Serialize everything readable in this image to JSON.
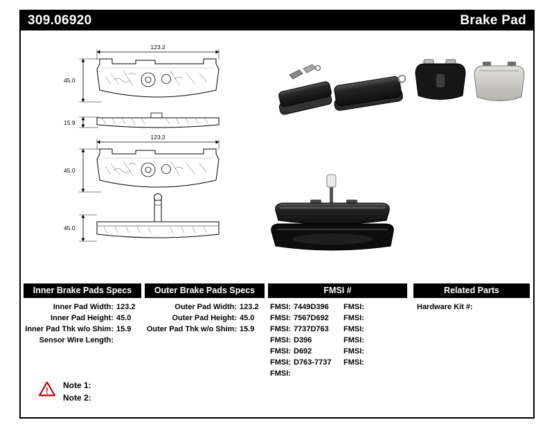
{
  "header": {
    "part_number": "309.06920",
    "product_name": "Brake Pad"
  },
  "colors": {
    "header_bg": "#000000",
    "header_text": "#ffffff",
    "warning_red": "#cc0000"
  },
  "drawings": {
    "pad1": {
      "width_dim": "123.2",
      "height_dim": "45.0",
      "thickness_dim": "15.9"
    },
    "pad2": {
      "width_dim": "123.2",
      "height_dim": "45.0",
      "side_height_dim": "45.0"
    }
  },
  "specs": {
    "inner": {
      "title": "Inner Brake Pads Specs",
      "rows": [
        {
          "label": "Inner Pad Width:",
          "value": "123.2"
        },
        {
          "label": "Inner Pad Height:",
          "value": "45.0"
        },
        {
          "label": "Inner Pad Thk w/o Shim:",
          "value": "15.9"
        },
        {
          "label": "Sensor Wire Length:",
          "value": ""
        }
      ]
    },
    "outer": {
      "title": "Outer Brake Pads Specs",
      "rows": [
        {
          "label": "Outer Pad Width:",
          "value": "123.2"
        },
        {
          "label": "Outer Pad Height:",
          "value": "45.0"
        },
        {
          "label": "Outer Pad Thk w/o Shim:",
          "value": "15.9"
        }
      ]
    },
    "fmsi": {
      "title": "FMSI #",
      "col1": [
        {
          "label": "FMSI:",
          "value": "7449D396"
        },
        {
          "label": "FMSI:",
          "value": "7567D692"
        },
        {
          "label": "FMSI:",
          "value": "7737D763"
        },
        {
          "label": "FMSI:",
          "value": "D396"
        },
        {
          "label": "FMSI:",
          "value": "D692"
        },
        {
          "label": "FMSI:",
          "value": "D763-7737"
        },
        {
          "label": "FMSI:",
          "value": ""
        }
      ],
      "col2": [
        {
          "label": "FMSI:",
          "value": ""
        },
        {
          "label": "FMSI:",
          "value": ""
        },
        {
          "label": "FMSI:",
          "value": ""
        },
        {
          "label": "FMSI:",
          "value": ""
        },
        {
          "label": "FMSI:",
          "value": ""
        },
        {
          "label": "FMSI:",
          "value": ""
        }
      ]
    },
    "related": {
      "title": "Related Parts",
      "rows": [
        {
          "label": "Hardware Kit #:",
          "value": ""
        }
      ]
    }
  },
  "notes": {
    "items": [
      "Note 1:",
      "Note 2:"
    ]
  }
}
